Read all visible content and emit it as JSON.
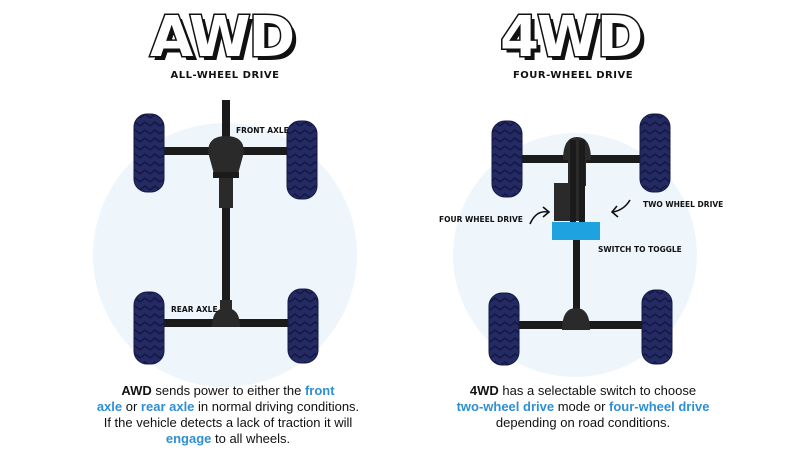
{
  "colors": {
    "circle": "#eef6fc",
    "tire": "#242a64",
    "tread": "#171c4a",
    "axle": "#1b1b1b",
    "switch": "#1ea2e0",
    "highlight": "#2f8fd3"
  },
  "awd": {
    "title": "AWD",
    "subtitle": "ALL-WHEEL DRIVE",
    "labels": {
      "front_axle": "FRONT AXLE",
      "rear_axle": "REAR AXLE"
    },
    "description": {
      "abbr": "AWD",
      "t1": " sends power to either the ",
      "h1": "front",
      "h2": "axle",
      "t2": " or ",
      "h3": "rear axle",
      "t3": " in normal driving conditions.",
      "t4": "If the vehicle detects a lack of traction it will",
      "h4": "engage",
      "t5": " to all wheels."
    }
  },
  "fwd": {
    "title": "4WD",
    "subtitle": "FOUR-WHEEL DRIVE",
    "labels": {
      "four_wheel": "FOUR WHEEL DRIVE",
      "two_wheel": "TWO WHEEL DRIVE",
      "switch": "SWITCH TO TOGGLE"
    },
    "description": {
      "abbr": "4WD",
      "t1": " has a selectable switch to choose",
      "h1": "two-wheel drive",
      "t2": " mode or ",
      "h2": "four-wheel drive",
      "t3": "depending on road conditions."
    }
  }
}
